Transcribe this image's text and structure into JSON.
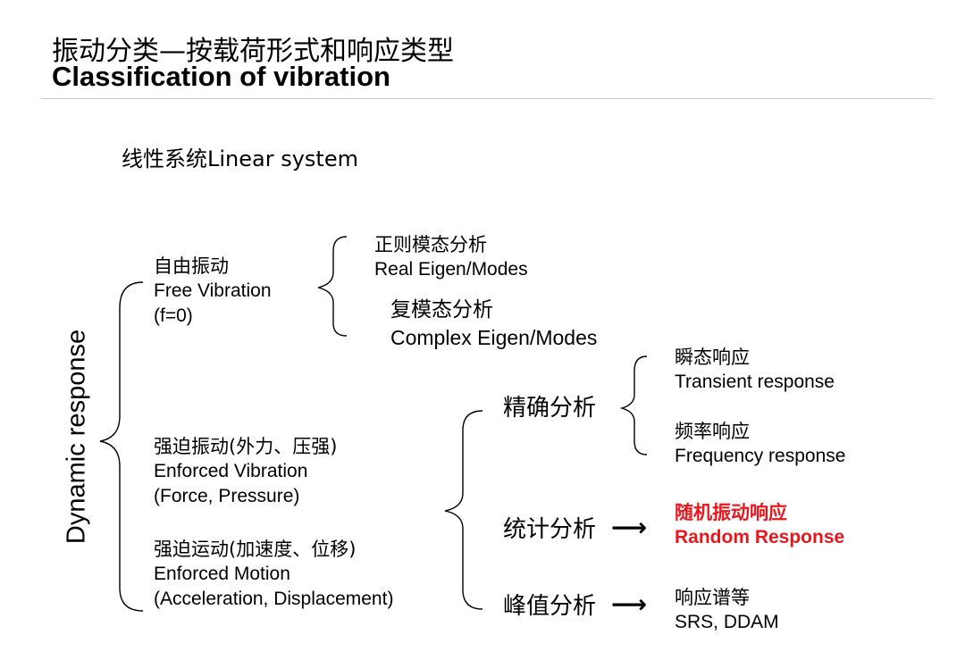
{
  "header": {
    "title_cn": "振动分类—按载荷形式和响应类型",
    "title_en": "Classification of vibration"
  },
  "subheading": "线性系统Linear system",
  "root": {
    "label": "Dynamic response"
  },
  "free": {
    "cn": "自由振动",
    "en": "Free Vibration",
    "note": "(f=0)",
    "children": [
      {
        "cn": "正则模态分析",
        "en": "Real Eigen/Modes"
      },
      {
        "cn": "复模态分析",
        "en": "Complex Eigen/Modes"
      }
    ]
  },
  "enforced_vibration": {
    "cn": "强迫振动(外力、压强)",
    "en": "Enforced Vibration",
    "note": "(Force, Pressure)"
  },
  "enforced_motion": {
    "cn": "强迫运动(加速度、位移)",
    "en": "Enforced Motion",
    "note": "(Acceleration, Displacement)"
  },
  "analyses": [
    {
      "label": "精确分析",
      "children": [
        {
          "cn": "瞬态响应",
          "en": "Transient response"
        },
        {
          "cn": "频率响应",
          "en": "Frequency response"
        }
      ]
    },
    {
      "label": "统计分析",
      "arrow": "⟶",
      "result_cn": "随机振动响应",
      "result_en": "Random Response",
      "highlight_color": "#e8171d"
    },
    {
      "label": "峰值分析",
      "arrow": "⟶",
      "result_cn": "响应谱等",
      "result_en": "SRS, DDAM"
    }
  ]
}
